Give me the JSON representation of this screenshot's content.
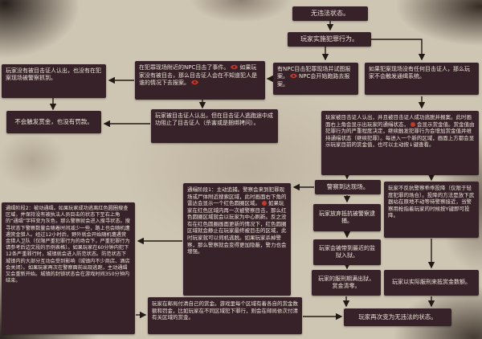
{
  "palette": {
    "background": "#cfc5b3",
    "box_bg": "#37222a",
    "box_text": "#ece4d8",
    "arrow": "#221a15",
    "icon_red": "#c0392b"
  },
  "boxes": {
    "lawless_top": {
      "text": "无违法状态。"
    },
    "crime": {
      "text": "玩家实施犯罪行为。"
    },
    "witness_event": {
      "text1": "在犯罪现场附近的NPC目击了事件。",
      "text2": "如果玩家没有被目击，那么目击证人会在不知道犯人是谁的情况下去报案。"
    },
    "npc_report": {
      "text1": "有NPC目击犯罪现场并试图报案。",
      "text2": "NPC会开始跑路去报案。"
    },
    "no_witness": {
      "text": "如果犯案现场没有任何目击证人，那么玩家不会触发通缉系统。"
    },
    "not_identified": {
      "text": "玩家没有被目击证人认出，也没有在犯案现场被警察抓到。"
    },
    "no_bounty": {
      "text": "不会触发赏金，也没有罚款。"
    },
    "stopped_witness": {
      "text": "玩家被目击证人认出，但在目击证人逃跑途中成功阻止了目击证人（杀害或是捆绑拷问）。"
    },
    "identified": {
      "text1": "玩家被目击证人认出，并且被目击证人成功逃脱并报案。此时画面右上角会显示出玩家的通缉状态，",
      "text2": "会显示赏金值。赏金值由犯罪行为的严重程度决定，继续触发犯罪行为会增加赏金值并维持通缉状态（继续犯罪）。每进入一个新的区域，画面上方都会显示玩家目前的赏金值，也可以主动按↓键查看。"
    },
    "stage2": {
      "text": "通缉阶段2：被动通缉。如果玩家成功逃离红色圆圈搜查区域，并保持没有被执法人员目击的状态下至右上角的“通缉”字样变为灰色，那么警察就会进入搜寻状态。搜寻状态下警察数量会随着时间减少一些，路上也会随机遭遇赏金猎人。经过12小时后，野外就会开始随机遭遇赏金猎人卫队（仅限严重犯罪行为的场合下，严重犯罪行为请参考后边文段的示例表格）。如果玩家在60分钟内犯下12条严重罪行时，城镇就会进入防范状态。防范状态下城镇内的大部分互动会受到影响（城镇内不少商店、酒店会关闭）。如果玩家再次在警察面前出现逃跑，主动通缉又会重新开始。城镇的封锁状态会在游戏时间350分钟内结束。"
    },
    "stage1": {
      "text1": "通缉阶段1：主动追捕。警察会来到犯罪现场或尸体附近搜索区域，此时画面右下角的雷达会显示一个红色圆圈区域。",
      "text2": "如果玩家在红色区域内再一次被警察目击，那么红色圆圈区域就会以玩家为中心刷新。反之没有在红色圆圈画面更新的情况下，红色圆圈区域就会静止在玩家最终被目击的区域，此时玩家就可以伺机逃脱。如果玩家杀掉警察，那么警察就会变得更加隐蔽，警力也会增强。"
    },
    "police_arrive": {
      "text": "警察到达现场。"
    },
    "surrender": {
      "text": "玩家不反抗警察乖乖投降（仅限于轻度犯罪的场合）。投降的方法是放下武器站在原地不动等待警察接近，当警察用枪指着玩家的时候按Y键即可投降。"
    },
    "no_resist": {
      "text": "玩家放弃抵抗被警察逮捕。"
    },
    "jail": {
      "text": "玩家会被带到最近的监狱入狱。"
    },
    "release": {
      "text": "玩家的服刑期满出狱，赏金清零。"
    },
    "serve_offset": {
      "text": "玩家以实际服刑来抵赏金数额。"
    },
    "pay_post": {
      "text": "玩家在邮局付清自己的赏金。游戏里每个区域有着各自的赏金数额和罚金，比如玩家在不同区域犯下罪行，则会在邮局依次付清有关区域的赏金。"
    },
    "lawless_again": {
      "text": "玩家再次变为无违法的状态。"
    }
  }
}
